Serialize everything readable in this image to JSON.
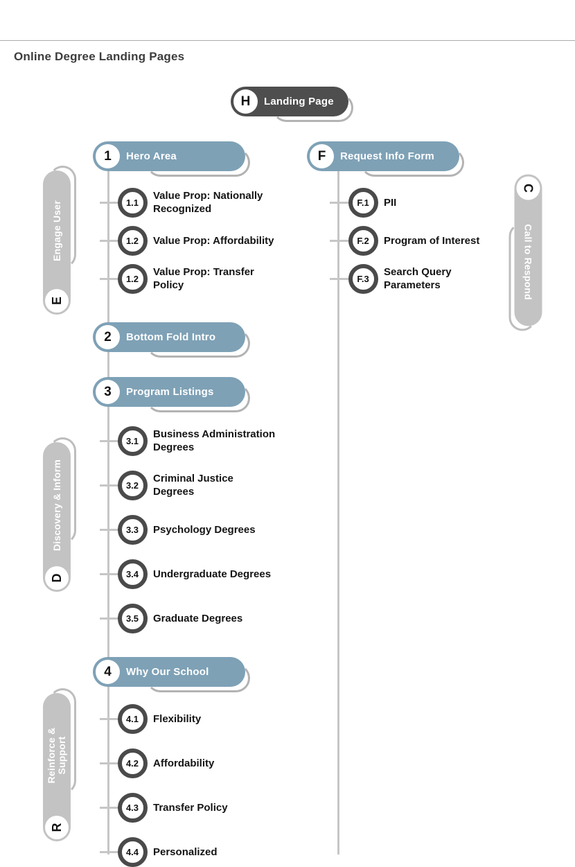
{
  "page": {
    "title": "Online Degree Landing Pages"
  },
  "root": {
    "id": "H",
    "label": "Landing Page"
  },
  "sections": [
    {
      "id": "1",
      "label": "Hero Area",
      "items": [
        {
          "id": "1.1",
          "label": "Value Prop: Nationally\nRecognized"
        },
        {
          "id": "1.2",
          "label": "Value Prop: Affordability"
        },
        {
          "id": "1.2",
          "label": "Value Prop: Transfer\nPolicy"
        }
      ]
    },
    {
      "id": "2",
      "label": "Bottom Fold Intro",
      "items": []
    },
    {
      "id": "3",
      "label": "Program Listings",
      "items": [
        {
          "id": "3.1",
          "label": "Business Administration\nDegrees"
        },
        {
          "id": "3.2",
          "label": "Criminal Justice\nDegrees"
        },
        {
          "id": "3.3",
          "label": "Psychology Degrees"
        },
        {
          "id": "3.4",
          "label": "Undergraduate Degrees"
        },
        {
          "id": "3.5",
          "label": "Graduate Degrees"
        }
      ]
    },
    {
      "id": "4",
      "label": "Why Our School",
      "items": [
        {
          "id": "4.1",
          "label": "Flexibility"
        },
        {
          "id": "4.2",
          "label": "Affordability"
        },
        {
          "id": "4.3",
          "label": "Transfer Policy"
        },
        {
          "id": "4.4",
          "label": "Personalized"
        }
      ]
    },
    {
      "id": "F",
      "label": "Request Info Form",
      "items": [
        {
          "id": "F.1",
          "label": "PII"
        },
        {
          "id": "F.2",
          "label": "Program of Interest"
        },
        {
          "id": "F.3",
          "label": "Search Query\nParameters"
        }
      ]
    }
  ],
  "rails": [
    {
      "id": "E",
      "label": "Engage User"
    },
    {
      "id": "D",
      "label": "Discovery & Inform"
    },
    {
      "id": "R",
      "label": "Reinforce &\nSupport"
    },
    {
      "id": "C",
      "label": "Call to Respond"
    }
  ],
  "colors": {
    "node_blue": "#7ea1b6",
    "node_dark": "#4e4e4e",
    "rail_gray": "#c3c3c3",
    "line_gray": "#c6c6c6",
    "shadow_gray": "#b3b3b3",
    "circle_border": "#4a4a4a",
    "title_text": "#3d3d3d"
  }
}
